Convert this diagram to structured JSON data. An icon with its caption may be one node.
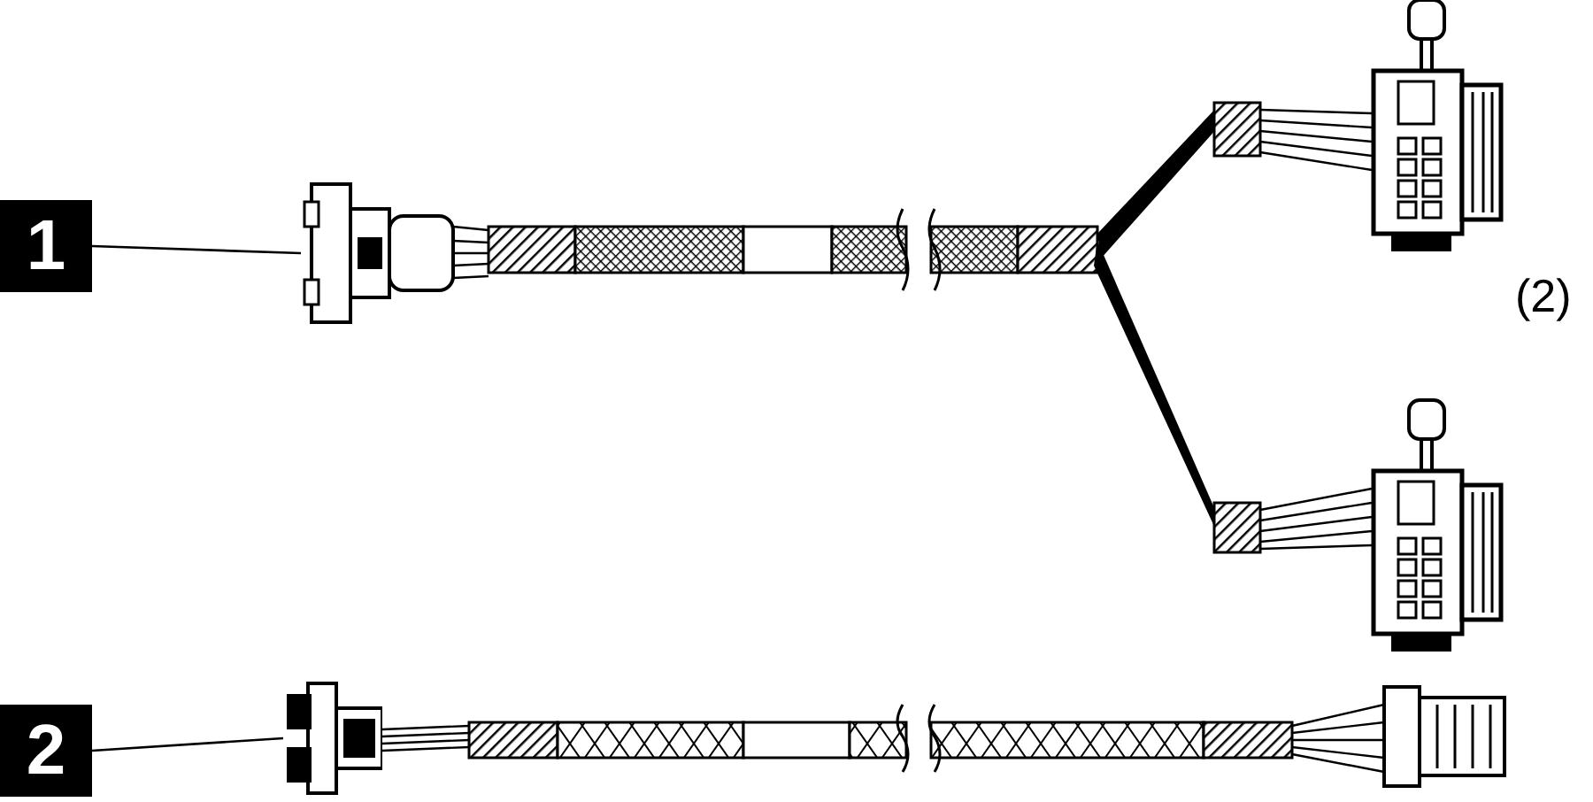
{
  "diagram": {
    "nodes": [
      {
        "text": [
          "1"
        ]
      },
      {
        "text": [],
        "shape": "picture"
      },
      {
        "text": [
          "2"
        ]
      },
      {
        "text": [],
        "shape": "picture"
      }
    ],
    "edges": [
      {
        "from": 0,
        "to": 1,
        "arrow": "none"
      },
      {
        "from": 2,
        "to": 3,
        "arrow": "none"
      }
    ],
    "labels": [
      "(2)"
    ]
  }
}
